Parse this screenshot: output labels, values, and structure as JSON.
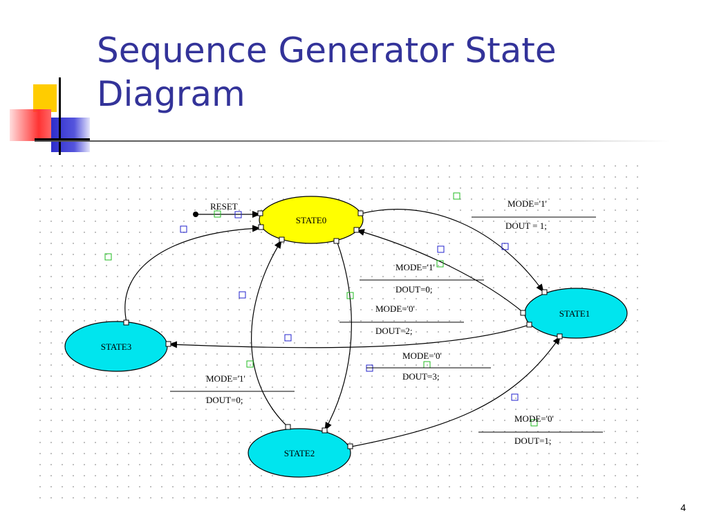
{
  "slide": {
    "title_line1": "Sequence Generator State",
    "title_line2": "Diagram",
    "page_number": "4"
  },
  "colors": {
    "title": "#333399",
    "state_initial_fill": "#ffff00",
    "state_fill": "#00e5ee",
    "deco_yellow": "#ffcc00",
    "deco_red": "#ff3333",
    "deco_blue": "#3333cc"
  },
  "diagram": {
    "reset_label": "RESET",
    "states": {
      "state0": "STATE0",
      "state1": "STATE1",
      "state2": "STATE2",
      "state3": "STATE3"
    },
    "transitions": {
      "t01": {
        "condition": "MODE='1'",
        "output": "DOUT = 1;"
      },
      "t10": {
        "condition": "MODE='1'",
        "output": "DOUT=0;"
      },
      "t02": {
        "condition": "MODE='0'",
        "output": "DOUT=2;"
      },
      "t13": {
        "condition": "MODE='0'",
        "output": "DOUT=3;"
      },
      "t20": {
        "condition": "MODE='1'",
        "output": "DOUT=0;"
      },
      "t21": {
        "condition": "MODE='0'",
        "output": "DOUT=1;"
      }
    }
  }
}
